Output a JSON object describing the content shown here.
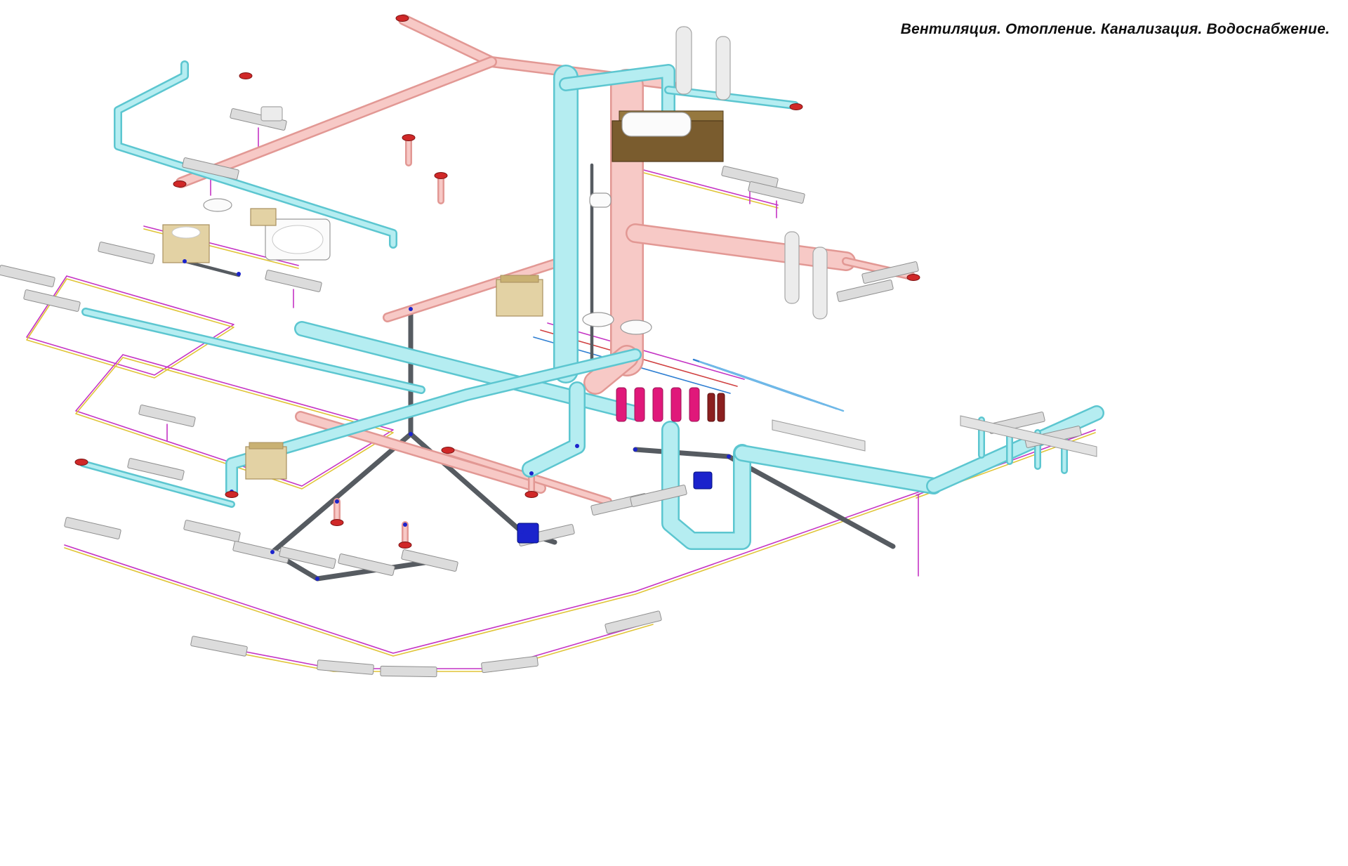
{
  "title": "Вентиляция. Отопление. Канализация. Водоснабжение.",
  "systems": {
    "ventilation": "Вентиляция",
    "heating": "Отопление",
    "sewerage": "Канализация",
    "water_supply": "Водоснабжение"
  },
  "colors": {
    "vent-fill": "#b5edf1",
    "vent-edge": "#5cc6d0",
    "heat-fill": "#f7c9c6",
    "heat-edge": "#e29894",
    "sewer": "#565b61",
    "cold-water": "#2f7fd2",
    "hot-water": "#d04040",
    "circulation": "#c433c4",
    "gas-line": "#e0c437",
    "radiator-fill": "#dcdcdc",
    "radiator-edge": "#8f8f8f",
    "valve": "#1b23cc",
    "manifold": "#e0187a",
    "flange": "#d02828",
    "equip-tan": "#e3d2a4",
    "cabinet-brown": "#7a5c2e"
  }
}
